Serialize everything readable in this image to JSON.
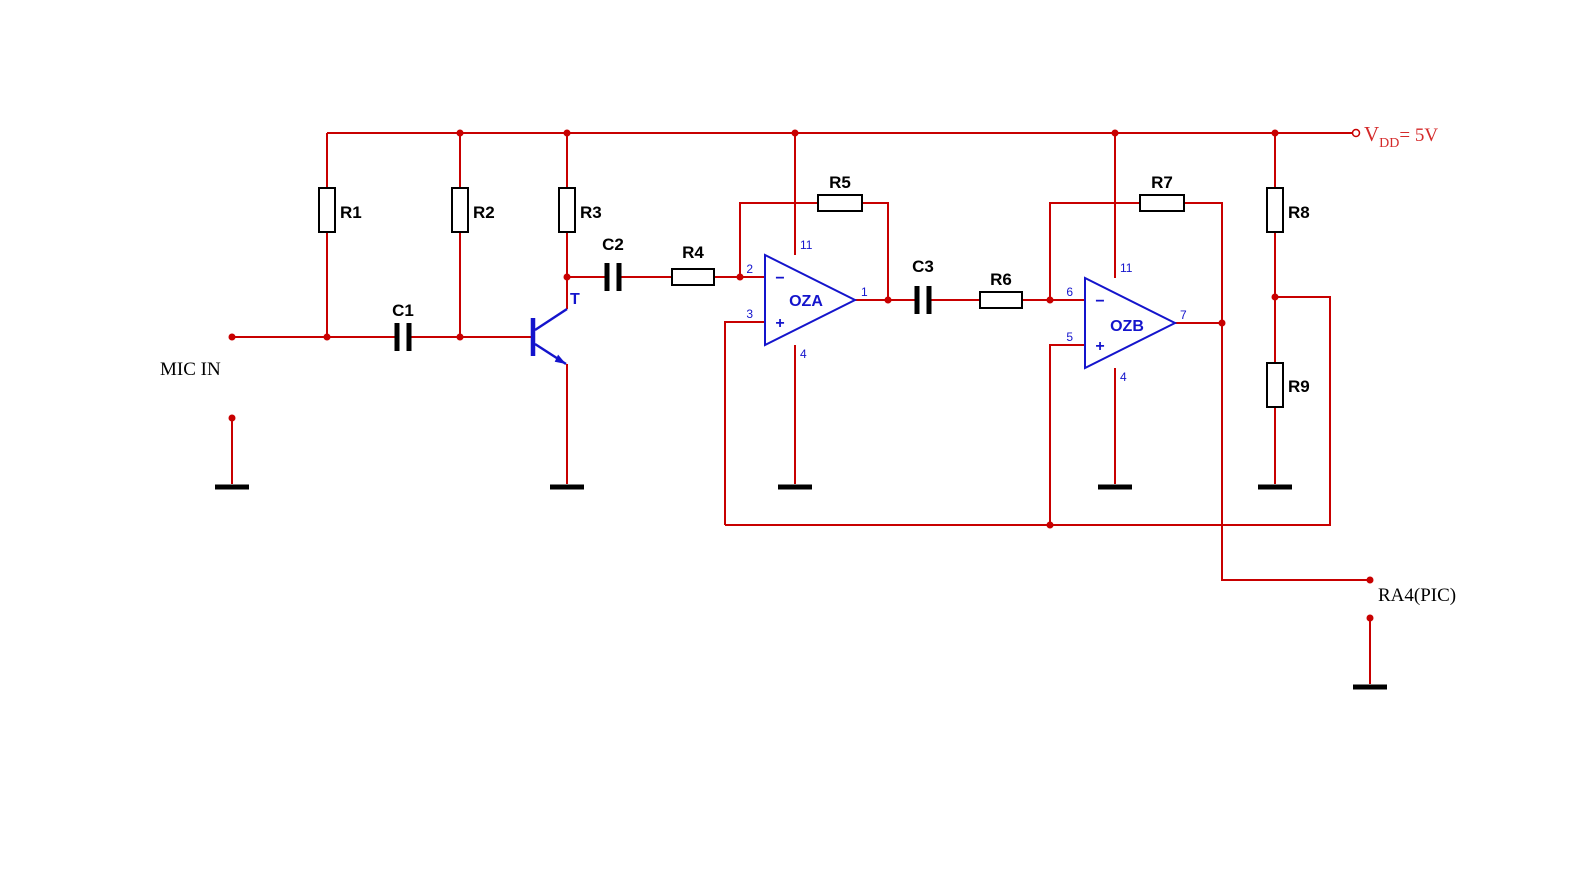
{
  "diagram": {
    "type": "circuit-schematic",
    "power_label": {
      "v": "V",
      "sub": "DD",
      "eq": "= 5V"
    },
    "input_label": "MIC IN",
    "output_label": "RA4(PIC)",
    "transistor_label": "T",
    "resistors": {
      "r1": "R1",
      "r2": "R2",
      "r3": "R3",
      "r4": "R4",
      "r5": "R5",
      "r6": "R6",
      "r7": "R7",
      "r8": "R8",
      "r9": "R9"
    },
    "capacitors": {
      "c1": "C1",
      "c2": "C2",
      "c3": "C3"
    },
    "opamp_a": {
      "name": "OZA",
      "minus": "−",
      "plus": "+",
      "pin_inv": "2",
      "pin_noninv": "3",
      "pin_out": "1",
      "pin_vcc": "11",
      "pin_gnd": "4"
    },
    "opamp_b": {
      "name": "OZB",
      "minus": "−",
      "plus": "+",
      "pin_inv": "6",
      "pin_noninv": "5",
      "pin_out": "7",
      "pin_vcc": "11",
      "pin_gnd": "4"
    },
    "colors": {
      "wire": "#c80000",
      "device": "#1414cc",
      "symbol": "#000000",
      "power_text": "#d42a2a"
    }
  }
}
